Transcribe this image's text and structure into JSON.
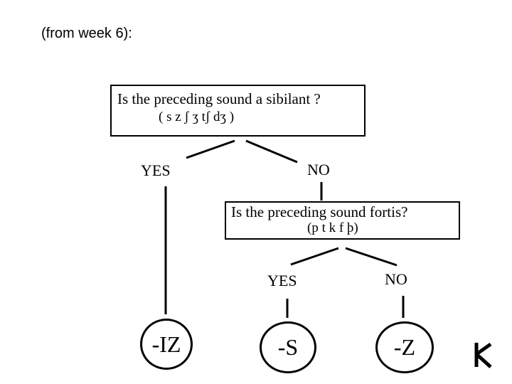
{
  "caption": "(from week 6):",
  "question1": {
    "text": "Is the preceding sound a sibilant ?",
    "sounds": "( s   z   ʃ   ʒ   tʃ   dʒ )"
  },
  "branch1": {
    "yes": "YES",
    "no": "NO"
  },
  "question2": {
    "text": "Is the preceding sound fortis?",
    "sounds": "(p t k f þ)"
  },
  "branch2": {
    "yes": "YES",
    "no": "NO"
  },
  "outcomes": {
    "iz": "-IZ",
    "s": "-S",
    "z": "-Z"
  }
}
